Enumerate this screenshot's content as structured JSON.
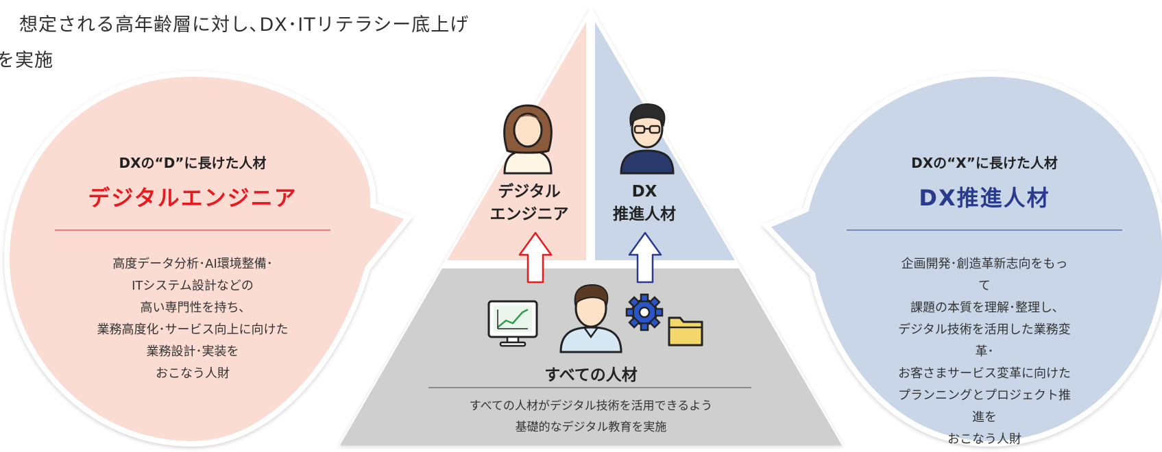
{
  "intro": {
    "line1": "想定される高年齢層に対し､DX･ITリテラシー底上げ",
    "line2": "を実施"
  },
  "left_bubble": {
    "subtitle": "DXの“D”に長けた人材",
    "title": "デジタルエンジニア",
    "description": "高度データ分析･AI環境整備･\nITシステム設計などの\n高い専門性を持ち､\n業務高度化･サービス向上に向けた\n業務設計･実装を\nおこなう人財",
    "title_color": "#e8191f",
    "fill_color": "#fbdcd3"
  },
  "right_bubble": {
    "subtitle": "DXの“X”に長けた人材",
    "title": "DX推進人材",
    "description": "企画開発･創造革新志向をもって\n課題の本質を理解･整理し､\nデジタル技術を活用した業務変革･\nお客さまサービス変革に向けた\nプランニングとプロジェクト推進を\nおこなう人財",
    "title_color": "#2a3a8c",
    "fill_color": "#c8d6e8"
  },
  "pyramid": {
    "left_label": "デジタル\nエンジニア",
    "right_label": "DX\n推進人材",
    "base_title": "すべての人材",
    "base_description": "すべての人材がデジタル技術を活用できるよう\n基礎的なデジタル教育を実施",
    "left_fill": "#fbdcd3",
    "right_fill": "#c8d6e8",
    "base_fill": "#cfcfcf",
    "left_arrow_color": "#e8191f",
    "right_arrow_color": "#2a3a8c"
  },
  "icons": [
    "woman-avatar-icon",
    "man-glasses-avatar-icon",
    "man-avatar-icon",
    "monitor-chart-icon",
    "gear-icon",
    "folder-icon",
    "arrow-up-icon"
  ]
}
